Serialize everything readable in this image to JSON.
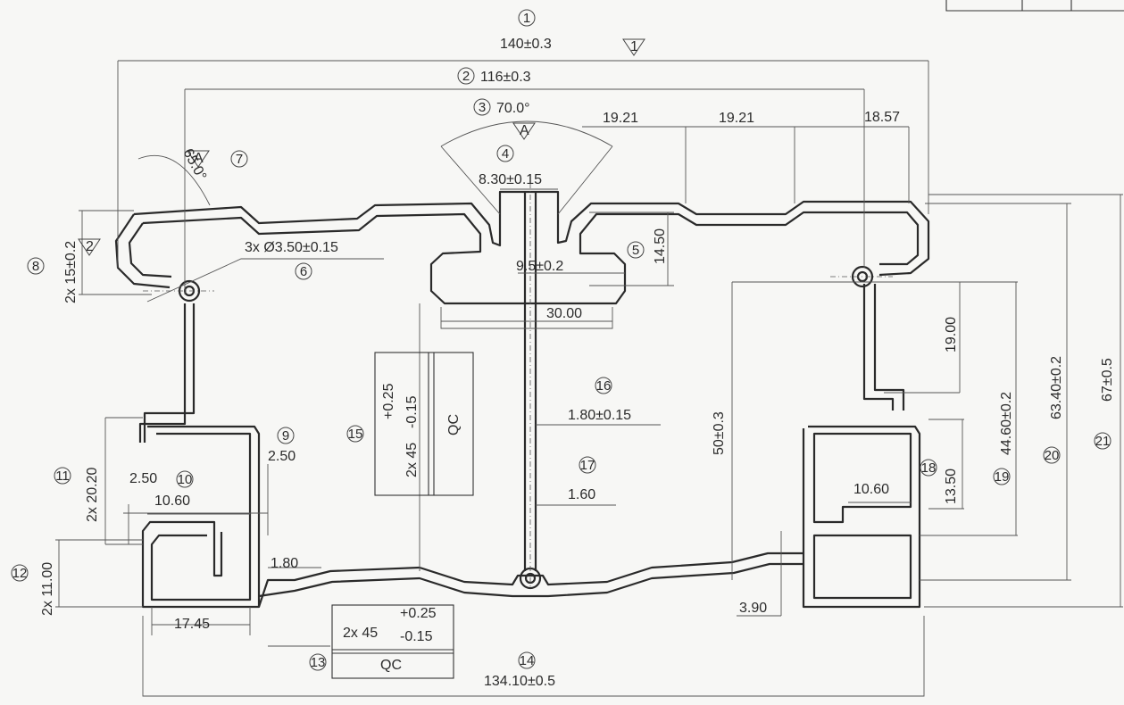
{
  "dimensions": [
    {
      "id": "d1",
      "text": "140±0.3"
    },
    {
      "id": "d2",
      "text": "116±0.3"
    },
    {
      "id": "d3",
      "text": "70.0°"
    },
    {
      "id": "d4",
      "text": "8.30±0.15"
    },
    {
      "id": "d5",
      "text": "14.50"
    },
    {
      "id": "d6",
      "text": "3x Ø3.50±0.15"
    },
    {
      "id": "d7",
      "text": "65.0°"
    },
    {
      "id": "d8",
      "text": "2x 15±0.2"
    },
    {
      "id": "d9",
      "text": "2.50"
    },
    {
      "id": "d10",
      "text": "2.50"
    },
    {
      "id": "d11",
      "text": "2x 20.20"
    },
    {
      "id": "d12",
      "text": "2x 11.00"
    },
    {
      "id": "d14",
      "text": "134.10±0.5"
    },
    {
      "id": "d16",
      "text": "1.80±0.15"
    },
    {
      "id": "d17",
      "text": "1.60"
    },
    {
      "id": "d18",
      "text": "13.50"
    },
    {
      "id": "d19",
      "text": "44.60±0.2"
    },
    {
      "id": "d20",
      "text": "63.40±0.2"
    },
    {
      "id": "d21",
      "text": "67±0.5"
    },
    {
      "id": "e1",
      "text": "19.21"
    },
    {
      "id": "e2",
      "text": "19.21"
    },
    {
      "id": "e3",
      "text": "18.57"
    },
    {
      "id": "e4",
      "text": "9.5±0.2"
    },
    {
      "id": "e5",
      "text": "30.00"
    },
    {
      "id": "e6",
      "text": "10.60"
    },
    {
      "id": "e7",
      "text": "10.60"
    },
    {
      "id": "e8",
      "text": "1.80"
    },
    {
      "id": "e9",
      "text": "17.45"
    },
    {
      "id": "e10",
      "text": "19.00"
    },
    {
      "id": "e11",
      "text": "50±0.3"
    },
    {
      "id": "e12",
      "text": "3.90"
    }
  ],
  "balloons": [
    "1",
    "2",
    "3",
    "4",
    "5",
    "6",
    "7",
    "8",
    "9",
    "10",
    "11",
    "12",
    "13",
    "14",
    "15",
    "16",
    "17",
    "18",
    "19",
    "20",
    "21"
  ],
  "datum_flags": [
    {
      "id": "f1",
      "text": "1"
    },
    {
      "id": "f2",
      "text": "2"
    },
    {
      "id": "fa1",
      "text": "A"
    },
    {
      "id": "fa2",
      "text": "A"
    }
  ],
  "tolerance_boxes": [
    {
      "id": "t13",
      "base": "2x 45",
      "upper": "+0.25",
      "lower": "-0.15",
      "label": "QC"
    },
    {
      "id": "t15",
      "base": "2x 45",
      "upper": "+0.25",
      "lower": "-0.15",
      "label": "QC"
    }
  ],
  "colors": {
    "ink": "#2b2b2b",
    "paper": "#f7f7f5"
  }
}
